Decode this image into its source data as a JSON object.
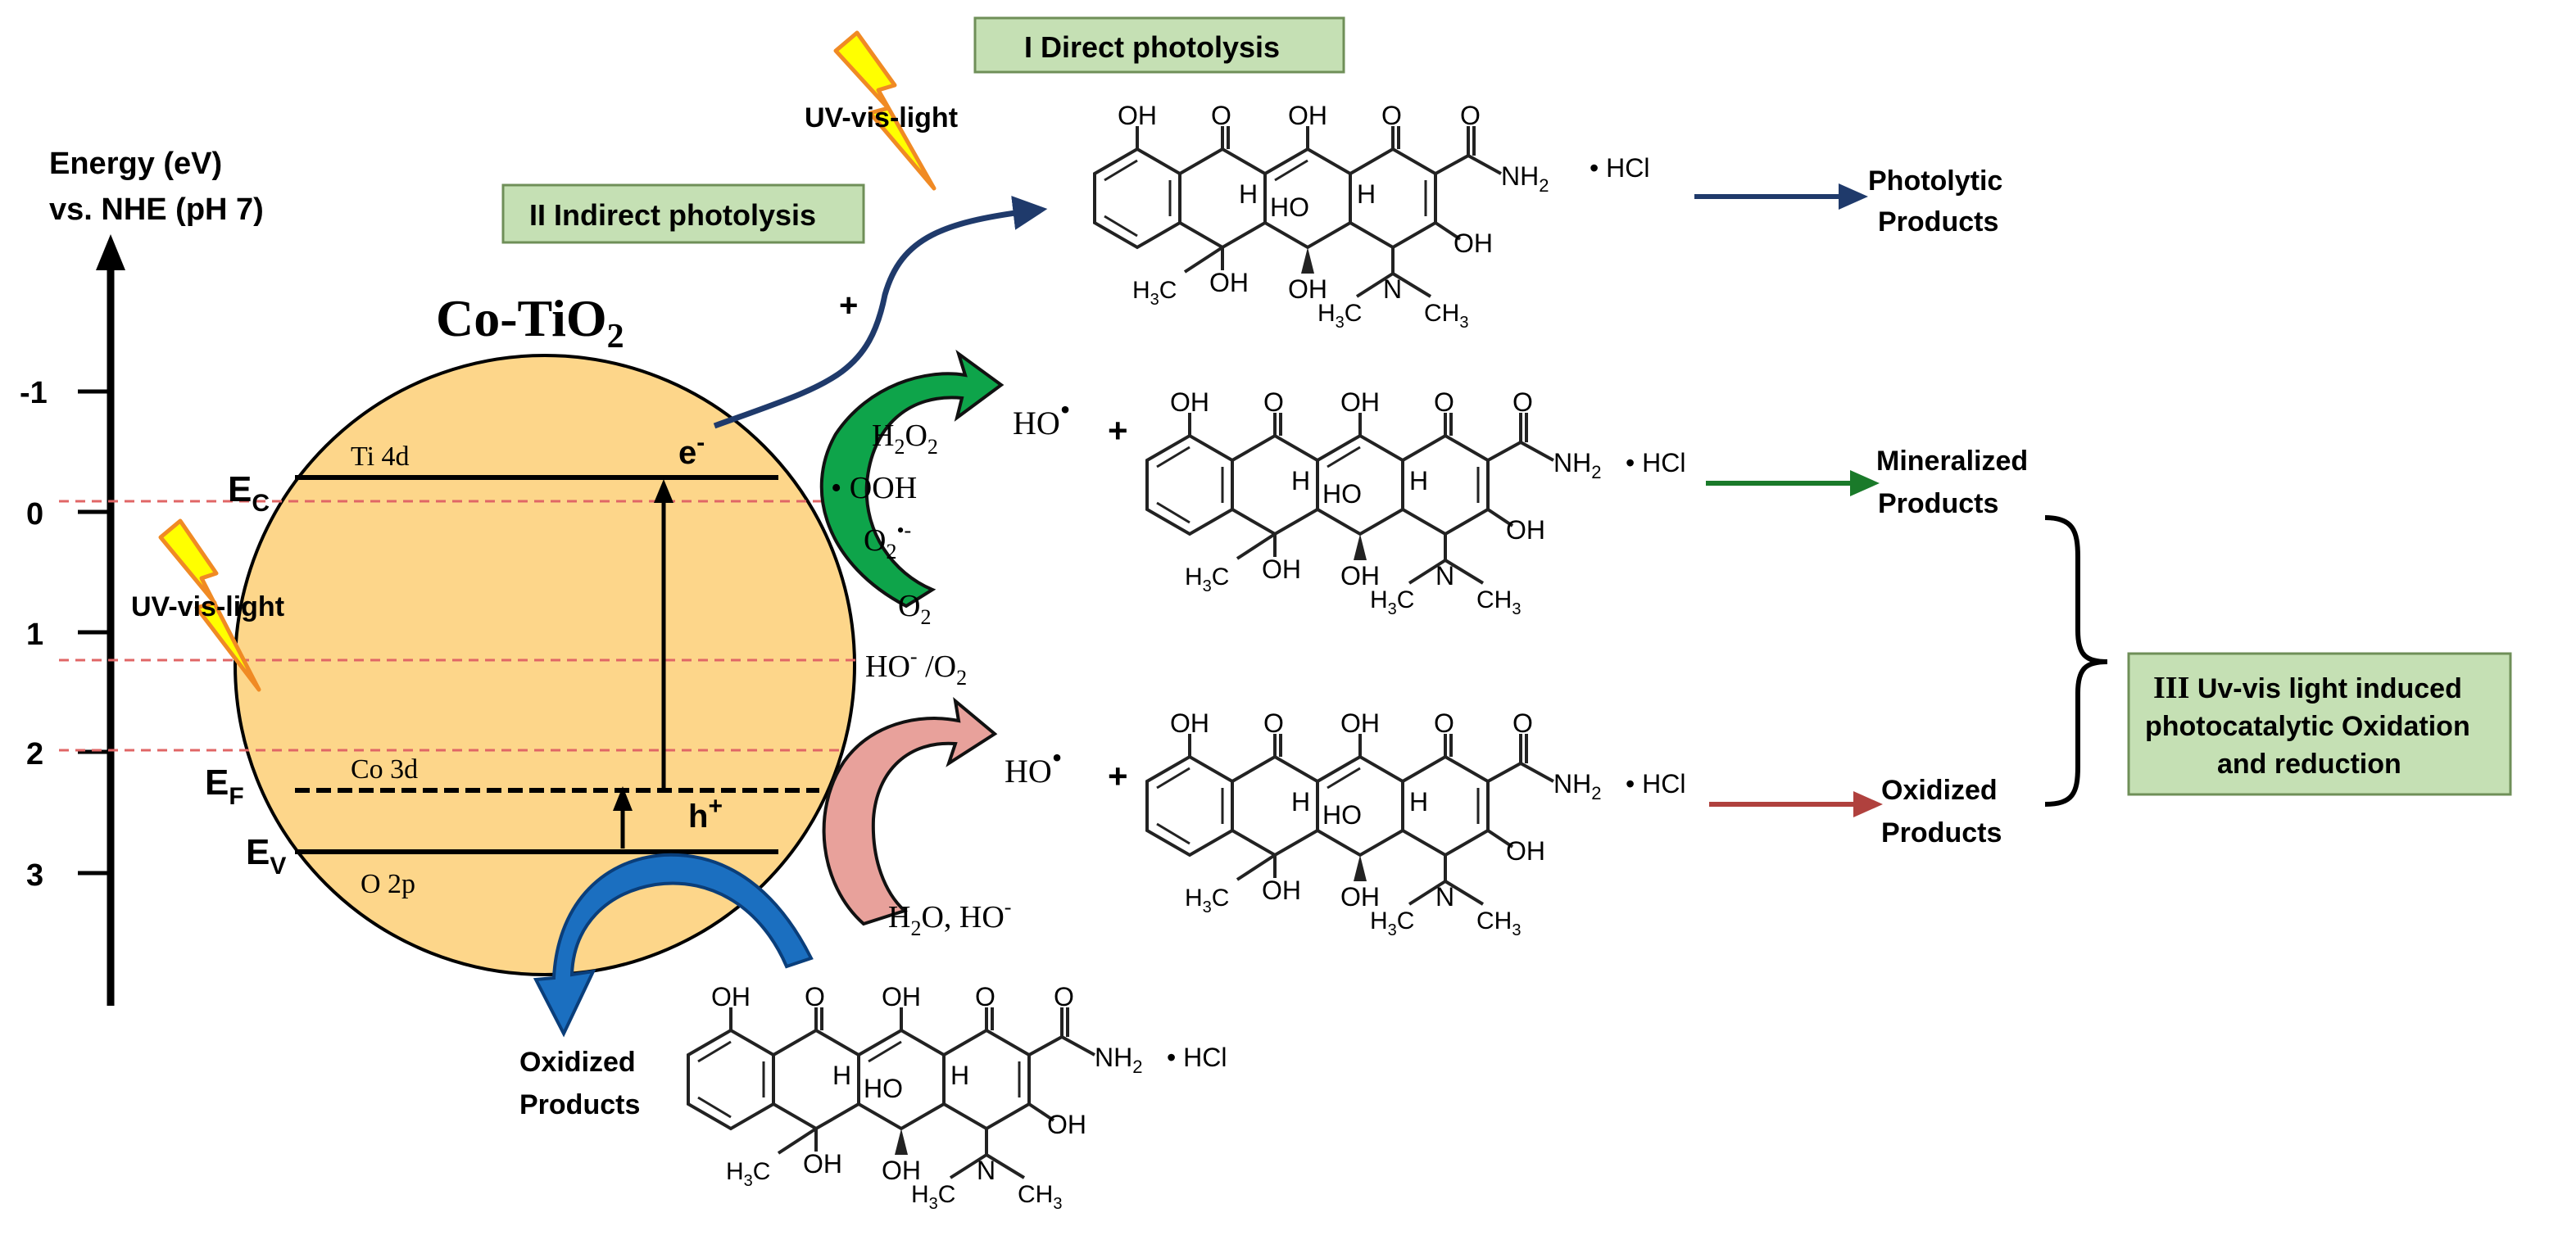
{
  "axis": {
    "title_line1": "Energy (eV)",
    "title_line2": "vs. NHE (pH 7)",
    "ticks": [
      "-1",
      "0",
      "1",
      "2",
      "3"
    ]
  },
  "labels": {
    "direct_photolysis": "I Direct photolysis",
    "indirect_photolysis": "II Indirect photolysis",
    "uv_light_top": "UV-vis-light",
    "uv_light_left": "UV-vis-light",
    "catalyst_main": "Co-TiO",
    "catalyst_sub": "2",
    "plus_top": "+"
  },
  "bands": {
    "ti4d": "Ti 4d",
    "co3d": "Co 3d",
    "o2p": "O 2p",
    "ec_main": "E",
    "ec_sub": "C",
    "ef_main": "E",
    "ef_sub": "F",
    "ev_main": "E",
    "ev_sub": "V",
    "electron": "e",
    "electron_sup": "-",
    "hole": "h",
    "hole_sup": "+"
  },
  "species": {
    "h2o2_main": "H",
    "h2o2_s1": "2",
    "h2o2_mid": "O",
    "h2o2_s2": "2",
    "ooh": "• OOH",
    "o2_radical_main": "O",
    "o2_radical_sub": "2",
    "o2_radical_sup": "•-",
    "o2_main": "O",
    "o2_sub": "2",
    "ho_o2_main": "HO",
    "ho_o2_sup": "-",
    "ho_o2_rest": " /O",
    "ho_o2_sub": "2",
    "ho_radical_1": "HO",
    "ho_radical_2": "HO",
    "radical_dot": "•",
    "h2o_main": "H",
    "h2o_sub": "2",
    "h2o_rest": "O, HO",
    "h2o_sup": "-",
    "plus": "+"
  },
  "molecule": {
    "oh": "OH",
    "o": "O",
    "nh2_main": "NH",
    "nh2_sub": "2",
    "h": "H",
    "ho": "HO",
    "n": "N",
    "h3c_main": "H",
    "h3c_sub": "3",
    "h3c_rest": "C",
    "ch3_main": "CH",
    "ch3_sub": "3",
    "hcl": "• HCl"
  },
  "products": {
    "photolytic_line1": "Photolytic",
    "photolytic_line2": "Products",
    "mineralized_line1": "Mineralized",
    "mineralized_line2": "Products",
    "oxidized_line1": "Oxidized",
    "oxidized_line2": "Products",
    "oxidized_bottom_line1": "Oxidized",
    "oxidized_bottom_line2": "Products"
  },
  "box_iii": {
    "line1_roman": "III",
    "line1_rest": " Uv-vis light induced",
    "line2": "photocatalytic Oxidation",
    "line3": "and  reduction"
  }
}
